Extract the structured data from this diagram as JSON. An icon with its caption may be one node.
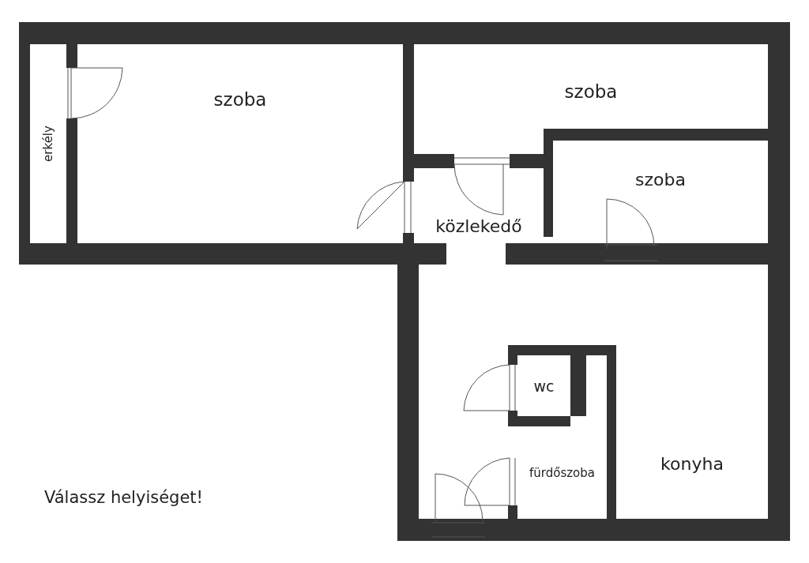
{
  "diagram": {
    "nodes": [
      {
        "text": [
          "erkély"
        ]
      },
      {
        "text": [
          "szoba"
        ]
      },
      {
        "text": [
          "szoba"
        ]
      },
      {
        "text": [
          "közlekedő"
        ]
      },
      {
        "text": [
          "szoba"
        ]
      },
      {
        "text": [
          "wc"
        ]
      },
      {
        "text": [
          "fürdőszoba"
        ]
      },
      {
        "text": [
          "konyha"
        ]
      }
    ],
    "labels": [
      "Válassz helyiséget!"
    ]
  }
}
